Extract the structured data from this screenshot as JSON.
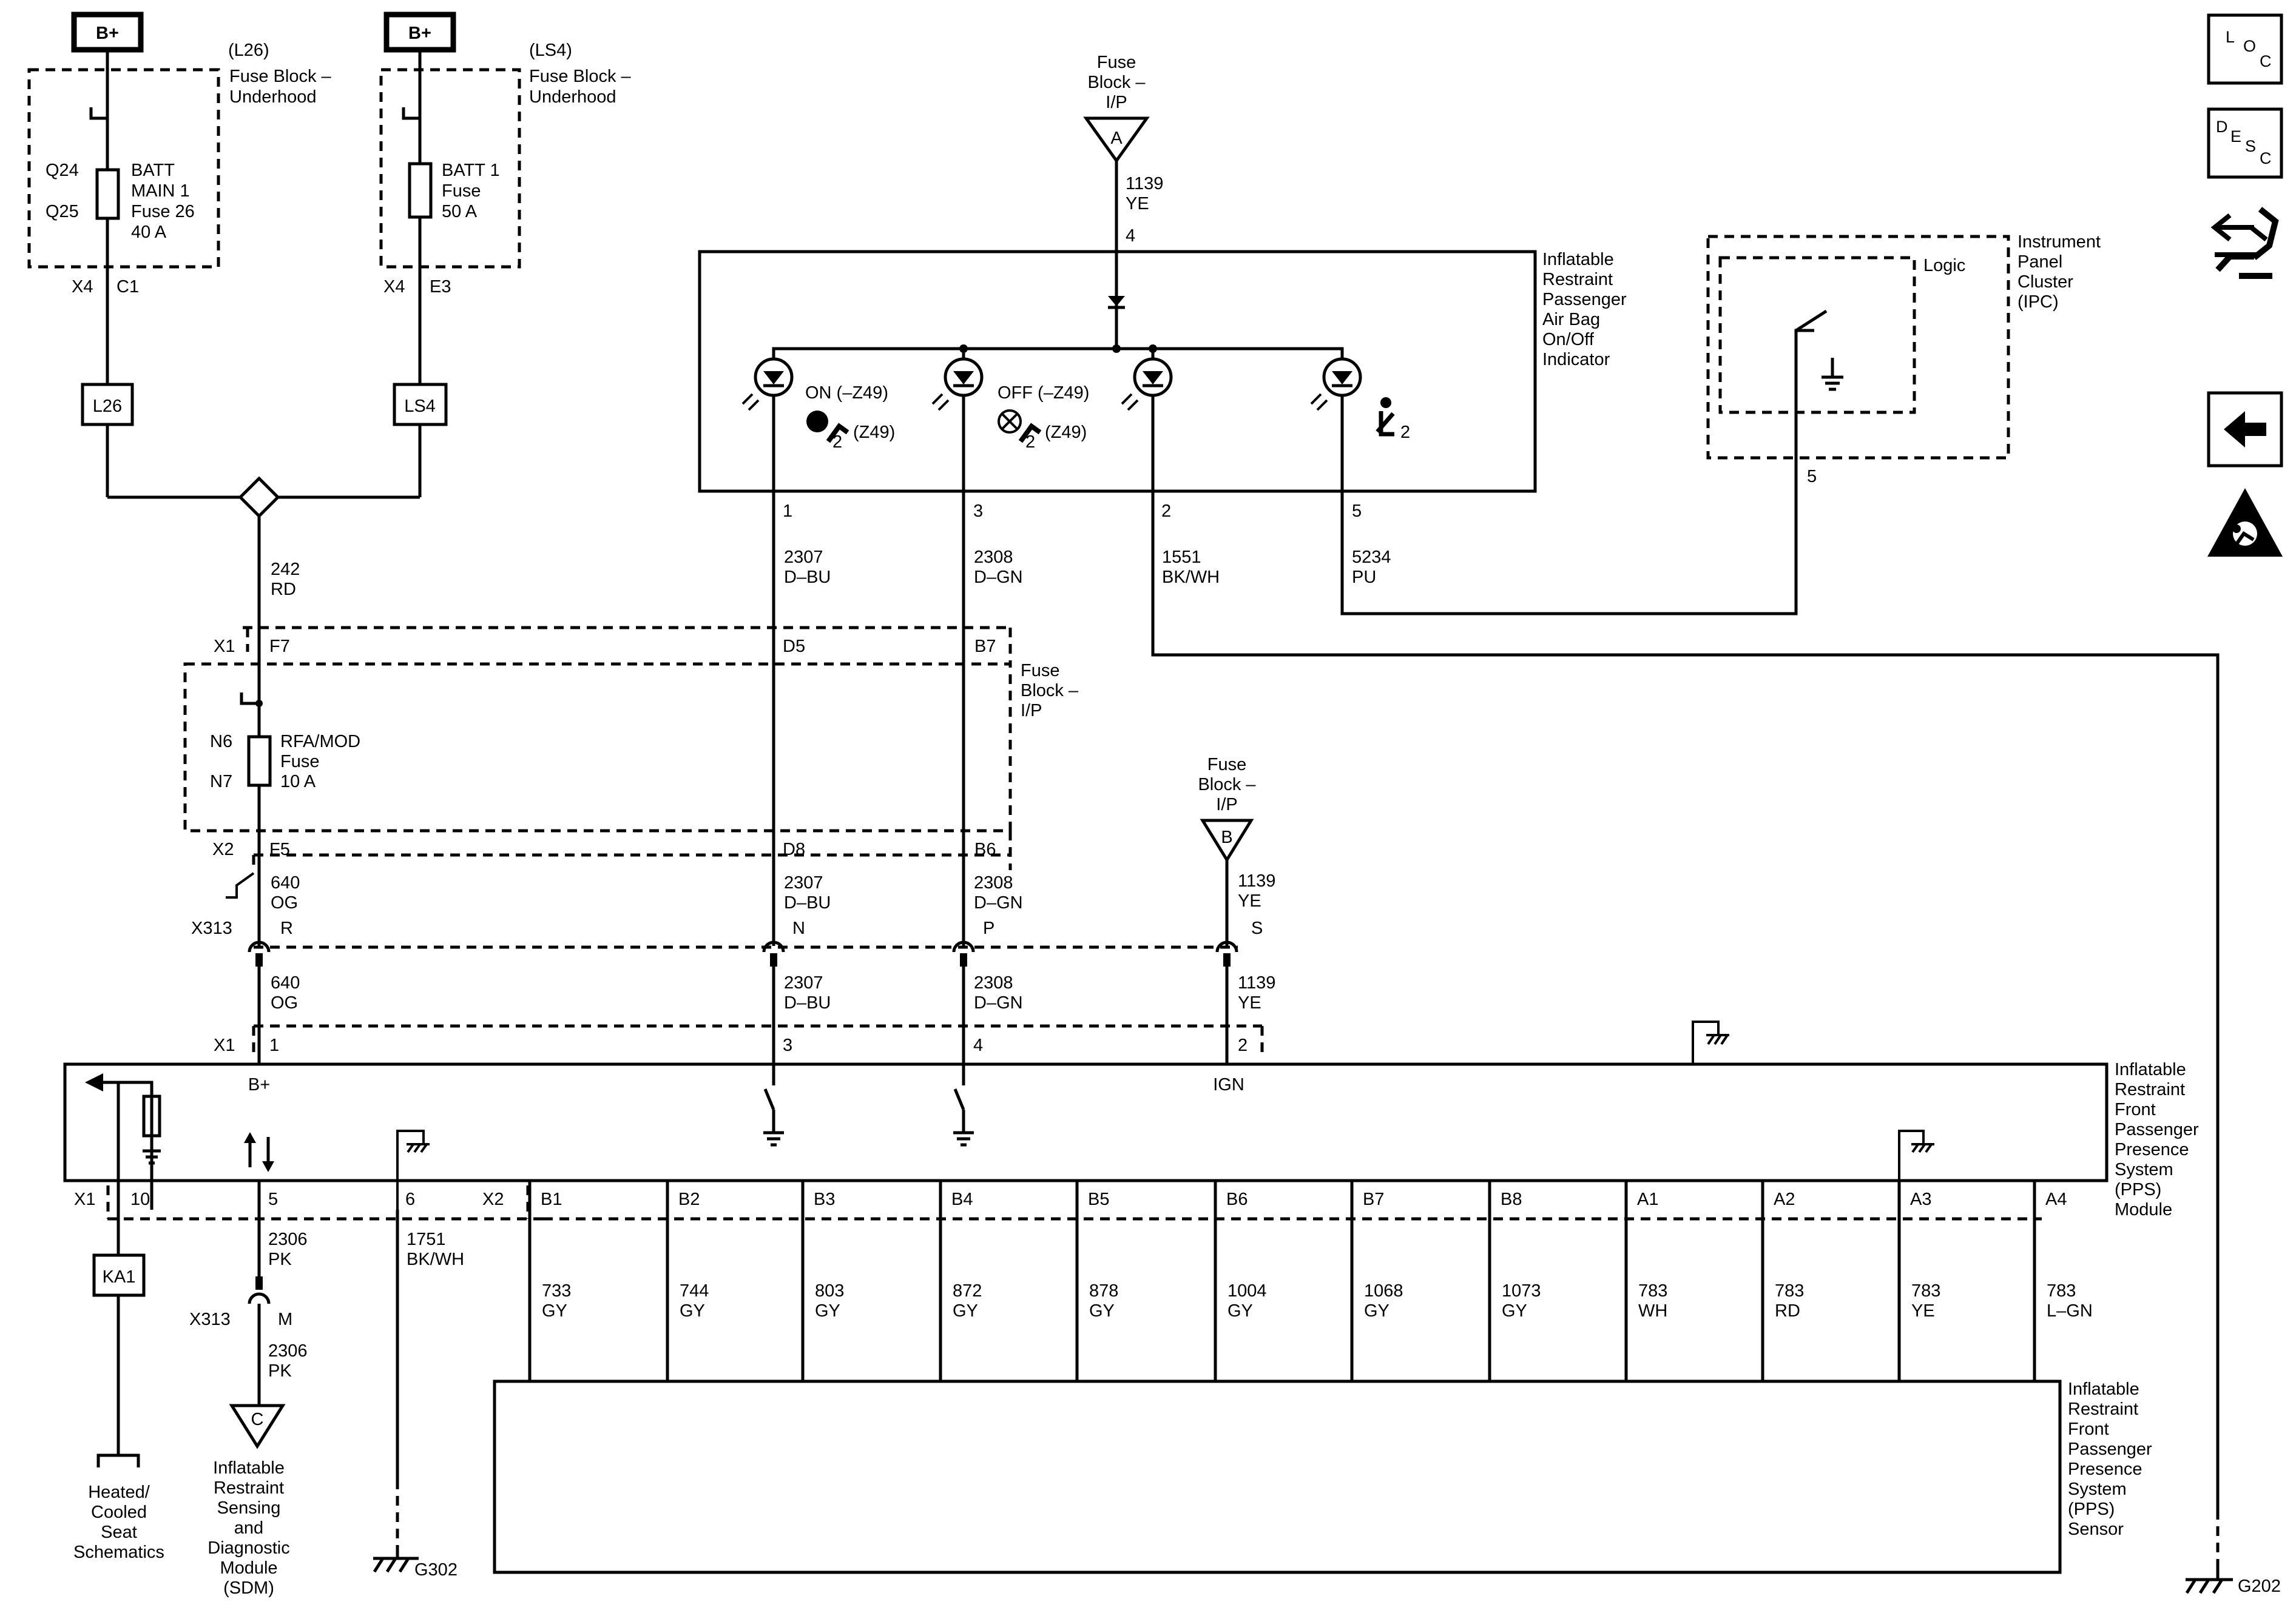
{
  "top": {
    "bplus": "B+",
    "l26_tag": "(L26)",
    "ls4_tag": "(LS4)",
    "fb_under": [
      "Fuse Block –",
      "Underhood"
    ],
    "q24": "Q24",
    "q25": "Q25",
    "batt_main": [
      "BATT",
      "MAIN 1",
      "Fuse 26",
      "40 A"
    ],
    "batt1": [
      "BATT 1",
      "Fuse",
      "50 A"
    ],
    "x4": "X4",
    "c1": "C1",
    "e3": "E3",
    "opt_l26": "L26",
    "opt_ls4": "LS4",
    "w242": [
      "242",
      "RD"
    ]
  },
  "ip_fuse": {
    "label": [
      "Fuse",
      "Block –",
      "I/P"
    ],
    "x1": "X1",
    "x2": "X2",
    "f7": "F7",
    "d5": "D5",
    "b7": "B7",
    "f5": "F5",
    "d8": "D8",
    "b6": "B6",
    "n6": "N6",
    "n7": "N7",
    "rfa": [
      "RFA/MOD",
      "Fuse",
      "10 A"
    ]
  },
  "feed_a": {
    "label": [
      "Fuse",
      "Block –",
      "I/P"
    ],
    "letter": "A",
    "wire": [
      "1139",
      "YE"
    ],
    "pin": "4"
  },
  "feed_b": {
    "label": [
      "Fuse",
      "Block –",
      "I/P"
    ],
    "letter": "B",
    "wire": [
      "1139",
      "YE"
    ]
  },
  "indicator": {
    "title": [
      "Inflatable",
      "Restraint",
      "Passenger",
      "Air Bag",
      "On/Off",
      "Indicator"
    ],
    "on": "ON (–Z49)",
    "off": "OFF (–Z49)",
    "z49a": "(Z49)",
    "z49b": "(Z49)",
    "two": "2",
    "pins": [
      "1",
      "3",
      "2",
      "5"
    ],
    "w1": [
      "2307",
      "D–BU"
    ],
    "w3": [
      "2308",
      "D–GN"
    ],
    "w2": [
      "1551",
      "BK/WH"
    ],
    "w5": [
      "5234",
      "PU"
    ]
  },
  "ipc": {
    "title": [
      "Instrument",
      "Panel",
      "Cluster",
      "(IPC)"
    ],
    "logic": "Logic",
    "pin": "5"
  },
  "x313": {
    "name": "X313",
    "r": "R",
    "n": "N",
    "p": "P",
    "s": "S",
    "m": "M",
    "w640": [
      "640",
      "OG"
    ],
    "w2307": [
      "2307",
      "D–BU"
    ],
    "w2308": [
      "2308",
      "D–GN"
    ],
    "w1139": [
      "1139",
      "YE"
    ]
  },
  "module": {
    "title": [
      "Inflatable",
      "Restraint",
      "Front",
      "Passenger",
      "Presence",
      "System",
      "(PPS)",
      "Module"
    ],
    "x1": "X1",
    "x2": "X2",
    "top_pins": [
      "1",
      "3",
      "4",
      "2"
    ],
    "bplus": "B+",
    "ign": "IGN",
    "bot_pins": [
      "10",
      "5",
      "6"
    ],
    "x2_pins": [
      "B1",
      "B2",
      "B3",
      "B4",
      "B5",
      "B6",
      "B7",
      "B8",
      "A1",
      "A2",
      "A3",
      "A4"
    ],
    "x2_wires": [
      [
        "733",
        "GY"
      ],
      [
        "744",
        "GY"
      ],
      [
        "803",
        "GY"
      ],
      [
        "872",
        "GY"
      ],
      [
        "878",
        "GY"
      ],
      [
        "1004",
        "GY"
      ],
      [
        "1068",
        "GY"
      ],
      [
        "1073",
        "GY"
      ],
      [
        "783",
        "WH"
      ],
      [
        "783",
        "RD"
      ],
      [
        "783",
        "YE"
      ],
      [
        "783",
        "L–GN"
      ]
    ]
  },
  "sensor": {
    "title": [
      "Inflatable",
      "Restraint",
      "Front",
      "Passenger",
      "Presence",
      "System",
      "(PPS)",
      "Sensor"
    ]
  },
  "bottom": {
    "ka1": "KA1",
    "heated": [
      "Heated/",
      "Cooled",
      "Seat",
      "Schematics"
    ],
    "w2306a": [
      "2306",
      "PK"
    ],
    "w2306b": [
      "2306",
      "PK"
    ],
    "c": "C",
    "sdm": [
      "Inflatable",
      "Restraint",
      "Sensing",
      "and",
      "Diagnostic",
      "Module",
      "(SDM)"
    ],
    "w1751": [
      "1751",
      "BK/WH"
    ],
    "g302": "G302",
    "g202": "G202"
  },
  "nav": {
    "loc": [
      "L",
      "O",
      "C"
    ],
    "desc": [
      "D",
      "E",
      "S",
      "C"
    ]
  }
}
